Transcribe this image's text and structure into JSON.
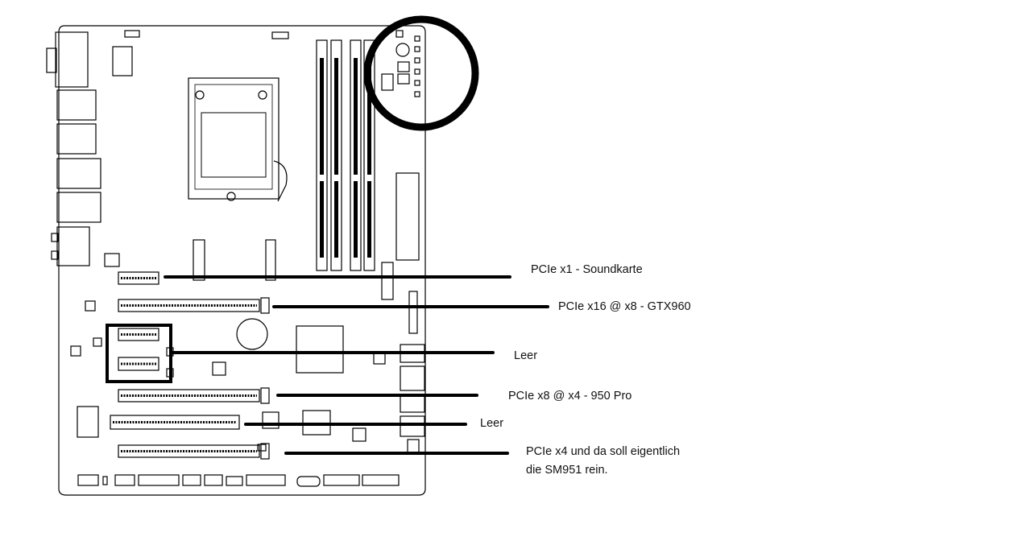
{
  "annotations": [
    {
      "label": "PCIe x1 - Soundkarte"
    },
    {
      "label": "PCIe x16 @ x8 - GTX960"
    },
    {
      "label": "Leer"
    },
    {
      "label": "PCIe x8 @ x4 - 950 Pro"
    },
    {
      "label": "Leer"
    },
    {
      "label": "PCIe x4 und da soll eigentlich",
      "label2": "die SM951 rein."
    }
  ],
  "colors": {
    "ink": "#000000",
    "board_fill": "#ffffff"
  }
}
